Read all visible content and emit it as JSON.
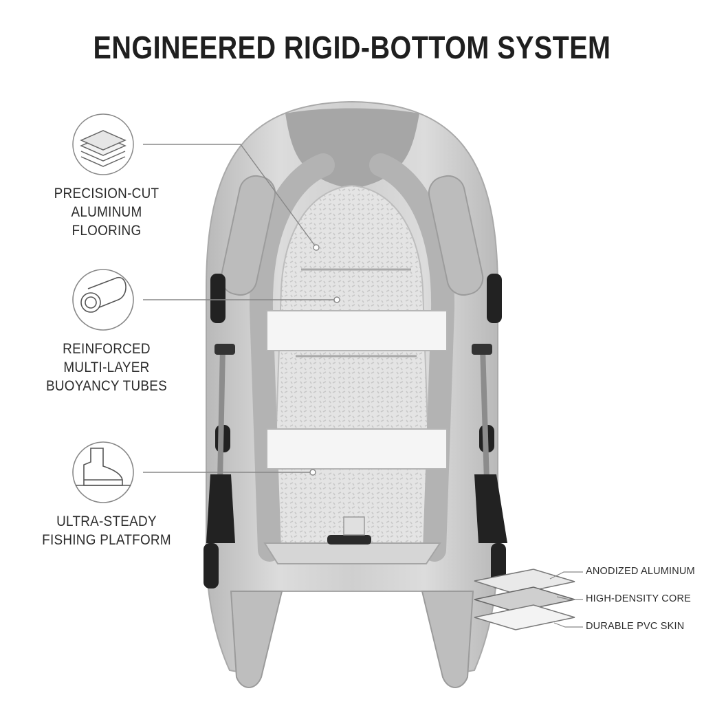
{
  "title": "ENGINEERED RIGID-BOTTOM SYSTEM",
  "features": [
    {
      "icon": "layered-sheets-icon",
      "line1": "PRECISION-CUT",
      "line2": "ALUMINUM FLOORING",
      "line3": ""
    },
    {
      "icon": "tube-cross-section-icon",
      "line1": "REINFORCED",
      "line2": "MULTI-LAYER",
      "line3": "BUOYANCY TUBES"
    },
    {
      "icon": "boot-icon",
      "line1": "ULTRA-STEADY",
      "line2": "FISHING PLATFORM",
      "line3": ""
    }
  ],
  "layers": [
    "ANODIZED ALUMINUM",
    "HIGH-DENSITY CORE",
    "DURABLE PVC SKIN"
  ],
  "colors": {
    "text": "#2b2b2b",
    "tube": "#c9c9c9",
    "floor": "#e3e3e3",
    "seat": "#f4f4f4",
    "handle": "#222222",
    "line": "#777777"
  }
}
